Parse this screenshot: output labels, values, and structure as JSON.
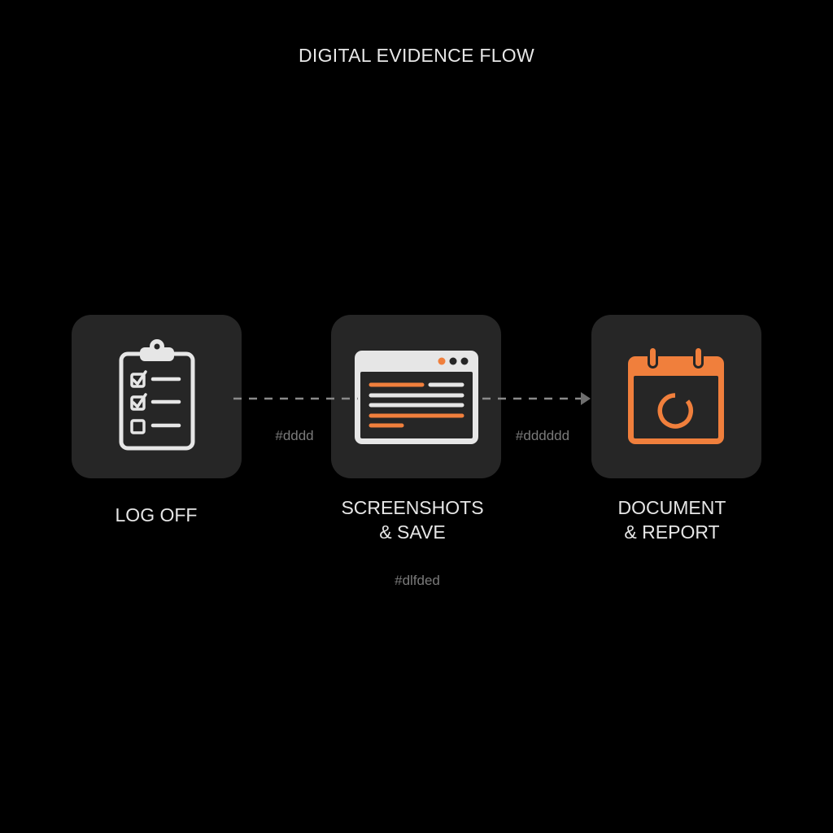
{
  "title": "DIGITAL EVIDENCE FLOW",
  "colors": {
    "background": "#000000",
    "card": "#262626",
    "icon_light": "#e6e6e6",
    "accent_orange": "#f07f3c",
    "connector": "#8a8a8a",
    "muted_text": "#7a7a7a"
  },
  "steps": [
    {
      "icon": "clipboard-checklist-icon",
      "label_lines": [
        "LOG OFF"
      ]
    },
    {
      "icon": "browser-window-icon",
      "label_lines": [
        "SCREENSHOTS",
        "& SAVE"
      ]
    },
    {
      "icon": "calendar-icon",
      "label_lines": [
        "DOCUMENT",
        "& REPORT"
      ]
    }
  ],
  "connectors": [
    {
      "from": "step-1",
      "to": "step-2",
      "style": "dashed",
      "caption": "#dddd"
    },
    {
      "from": "step-2",
      "to": "step-3",
      "style": "dashed-arrow",
      "caption": "#dddddd"
    }
  ],
  "footer_caption": "#dlfded"
}
